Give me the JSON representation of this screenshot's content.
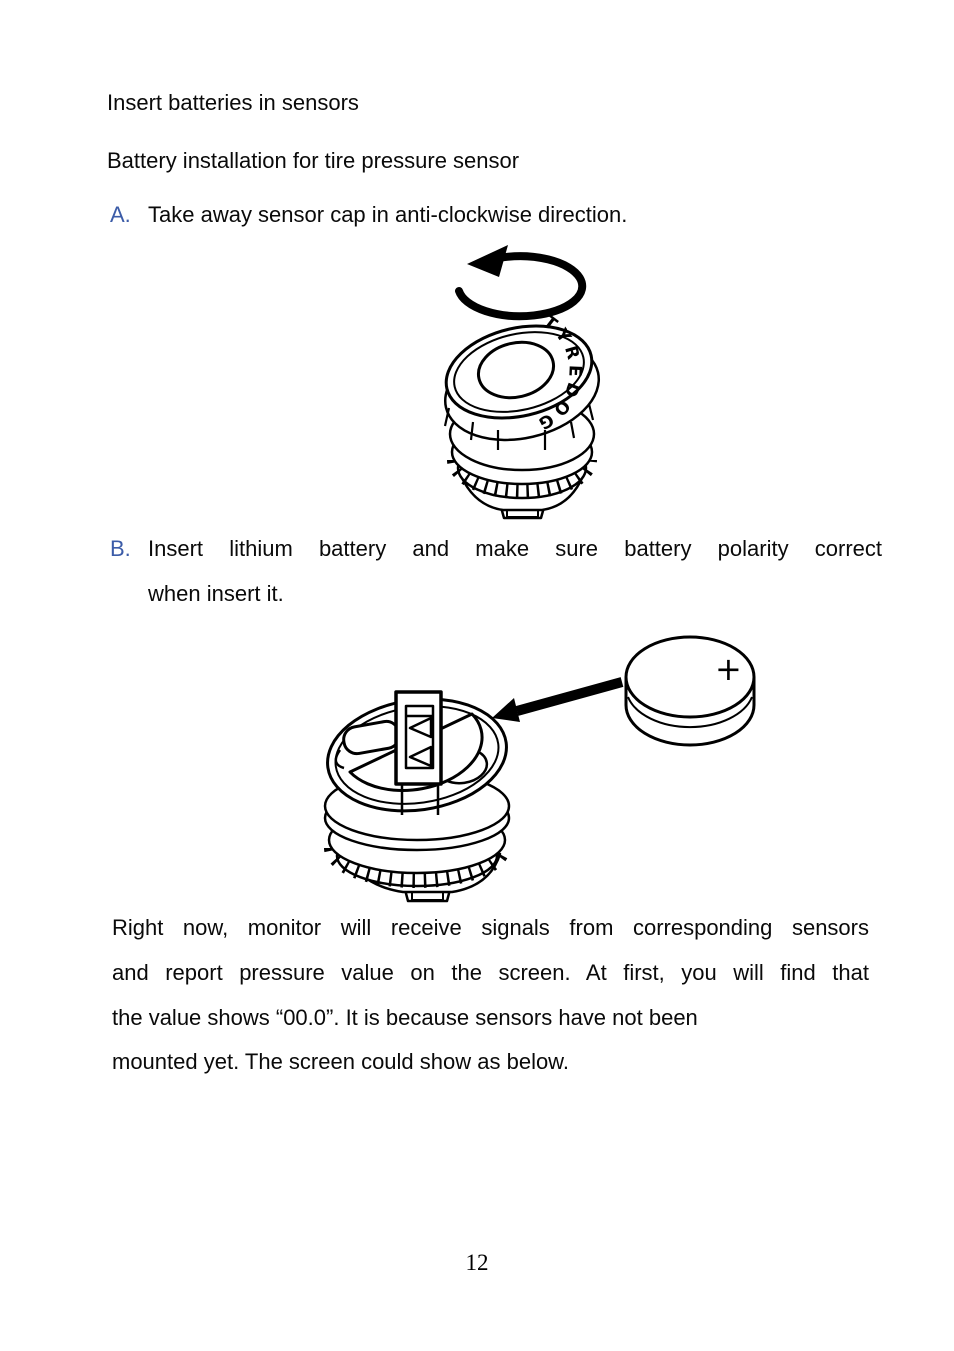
{
  "heading": "Insert batteries in sensors",
  "subheading": "Battery installation for tire pressure sensor",
  "steps": [
    {
      "marker": "A.",
      "lines": [
        "Take away sensor cap in anti-clockwise direction."
      ]
    },
    {
      "marker": "B.",
      "lines": [
        "Insert lithium battery and make sure battery polarity correct",
        "when insert it."
      ]
    }
  ],
  "paragraph": {
    "lines": [
      "Right now, monitor will receive signals from corresponding sensors",
      "and report pressure value on the screen. At first, you will find that",
      "the value shows “00.0”. It is because sensors have not been",
      "mounted yet. The screen could show as below."
    ]
  },
  "figures": {
    "sensor_cap": {
      "brand": "TYREDOG"
    },
    "battery_insert": {
      "polarity": "+"
    }
  },
  "page": {
    "number": "12"
  },
  "colors": {
    "marker_blue": "#3c5ca8",
    "text": "#0a0a0a",
    "background": "#ffffff",
    "line_art": "#000000"
  }
}
